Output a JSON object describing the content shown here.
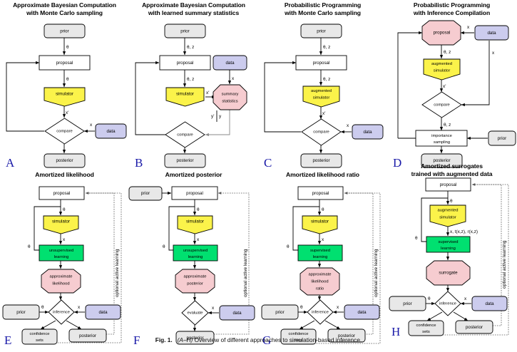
{
  "figure": {
    "caption_label": "Fig. 1.",
    "caption_range": "(A–H)",
    "caption_text": "Overview of different approaches to simulation-based inference.",
    "colors": {
      "grey_node": "#e8e8e8",
      "white_node": "#ffffff",
      "yellow_node": "#fbf34a",
      "green_node": "#00e070",
      "pink_node": "#f6ccd0",
      "lavender_node": "#ccccee",
      "stroke": "#000000",
      "dashed": "#9a9a9a",
      "panel_letter": "#1a1aa8"
    },
    "common_labels": {
      "theta": "θ",
      "theta_z": "θ, z",
      "x": "x",
      "x_prime": "x'",
      "y_prime": "y'",
      "y": "y",
      "augmented_out": "x, t(x,z), r(x,z)",
      "optional_active_learning": "optional active learning"
    }
  },
  "panels": [
    {
      "letter": "A",
      "title_line1": "Approximate Bayesian Computation",
      "title_line2": "with Monte Carlo sampling",
      "nodes": {
        "prior": "prior",
        "proposal": "proposal",
        "simulator": "simulator",
        "compare": "compare",
        "data": "data",
        "posterior": "posterior"
      },
      "edge_labels": {
        "e1": "θ",
        "e2": "θ",
        "e3": "x'",
        "e4": "x"
      }
    },
    {
      "letter": "B",
      "title_line1": "Approximate Bayesian Computation",
      "title_line2": "with learned summary statistics",
      "nodes": {
        "prior": "prior",
        "proposal": "proposal",
        "simulator": "simulator",
        "data": "data",
        "summary_statistics_l1": "summary",
        "summary_statistics_l2": "statistics",
        "compare": "compare",
        "posterior": "posterior"
      },
      "edge_labels": {
        "e1": "θ, z",
        "e2": "θ, z",
        "e3": "x'",
        "e4": "x",
        "e5": "y'",
        "e6": "y"
      }
    },
    {
      "letter": "C",
      "title_line1": "Probabilistic Programming",
      "title_line2": "with Monte Carlo sampling",
      "nodes": {
        "prior": "prior",
        "proposal": "proposal",
        "augmented_simulator_l1": "augmented",
        "augmented_simulator_l2": "simulator",
        "compare": "compare",
        "data": "data",
        "posterior": "posterior"
      },
      "edge_labels": {
        "e1": "θ, z",
        "e2": "θ, z",
        "e3": "x'",
        "e4": "x"
      }
    },
    {
      "letter": "D",
      "title_line1": "Probabilistic Programming",
      "title_line2": "with Inference Compilation",
      "nodes": {
        "proposal": "proposal",
        "data": "data",
        "augmented_simulator_l1": "augmented",
        "augmented_simulator_l2": "simulator",
        "compare": "compare",
        "importance_sampling_l1": "importance",
        "importance_sampling_l2": "sampling",
        "prior": "prior",
        "posterior": "posterior"
      },
      "edge_labels": {
        "e1": "x",
        "e2": "x",
        "e3": "θ, z",
        "e4": "x'",
        "e5": "θ, z"
      }
    },
    {
      "letter": "E",
      "title_line1": "Amortized likelihood",
      "title_line2": "",
      "nodes": {
        "proposal": "proposal",
        "simulator": "simulator",
        "learning_l1": "unsupervised",
        "learning_l2": "learning",
        "approx_l1": "approximate",
        "approx_l2": "likelihood",
        "approx_l3": "",
        "prior": "prior",
        "inference": "inference",
        "data": "data",
        "confidence_l1": "confidence",
        "confidence_l2": "sets",
        "posterior": "posterior"
      },
      "edge_labels": {
        "e1": "θ",
        "e2": "x",
        "e3": "θ",
        "e4": "θ",
        "e5": "x",
        "e6": "optional active learning"
      }
    },
    {
      "letter": "F",
      "title_line1": "Amortized posterior",
      "title_line2": "",
      "nodes": {
        "prior": "prior",
        "proposal": "proposal",
        "simulator": "simulator",
        "learning_l1": "unsupervised",
        "learning_l2": "learning",
        "approx_l1": "approximate",
        "approx_l2": "posterior",
        "approx_l3": "",
        "evaluate": "evaluate",
        "data": "data",
        "posterior": "posterior"
      },
      "edge_labels": {
        "e1": "θ",
        "e2": "x",
        "e3": "θ",
        "e5": "x",
        "e6": "optional active learning"
      }
    },
    {
      "letter": "G",
      "title_line1": "Amortized likelihood ratio",
      "title_line2": "",
      "nodes": {
        "proposal": "proposal",
        "simulator": "simulator",
        "learning_l1": "supervised",
        "learning_l2": "learning",
        "approx_l1": "approximate",
        "approx_l2": "likelihood",
        "approx_l3": "ratio",
        "prior": "prior",
        "inference": "inference",
        "data": "data",
        "confidence_l1": "confidence",
        "confidence_l2": "sets",
        "posterior": "posterior"
      },
      "edge_labels": {
        "e1": "θ",
        "e2": "x",
        "e3": "θ",
        "e4": "θ",
        "e5": "x",
        "e6": "optional active learning"
      }
    },
    {
      "letter": "H",
      "title_line1": "Amortized surrogates",
      "title_line2": "trained with augmented data",
      "nodes": {
        "proposal": "proposal",
        "augmented_simulator_l1": "augmented",
        "augmented_simulator_l2": "simulator",
        "learning_l1": "supervised",
        "learning_l2": "learning",
        "approx_l1": "surrogate",
        "approx_l2": "",
        "approx_l3": "",
        "prior": "prior",
        "inference": "inference",
        "data": "data",
        "confidence_l1": "confidence",
        "confidence_l2": "sets",
        "posterior": "posterior"
      },
      "edge_labels": {
        "e1": "θ",
        "e2": "x, t(x,z), r(x,z)",
        "e3": "θ",
        "e4": "θ",
        "e5": "x",
        "e6": "optional active learning"
      }
    }
  ]
}
